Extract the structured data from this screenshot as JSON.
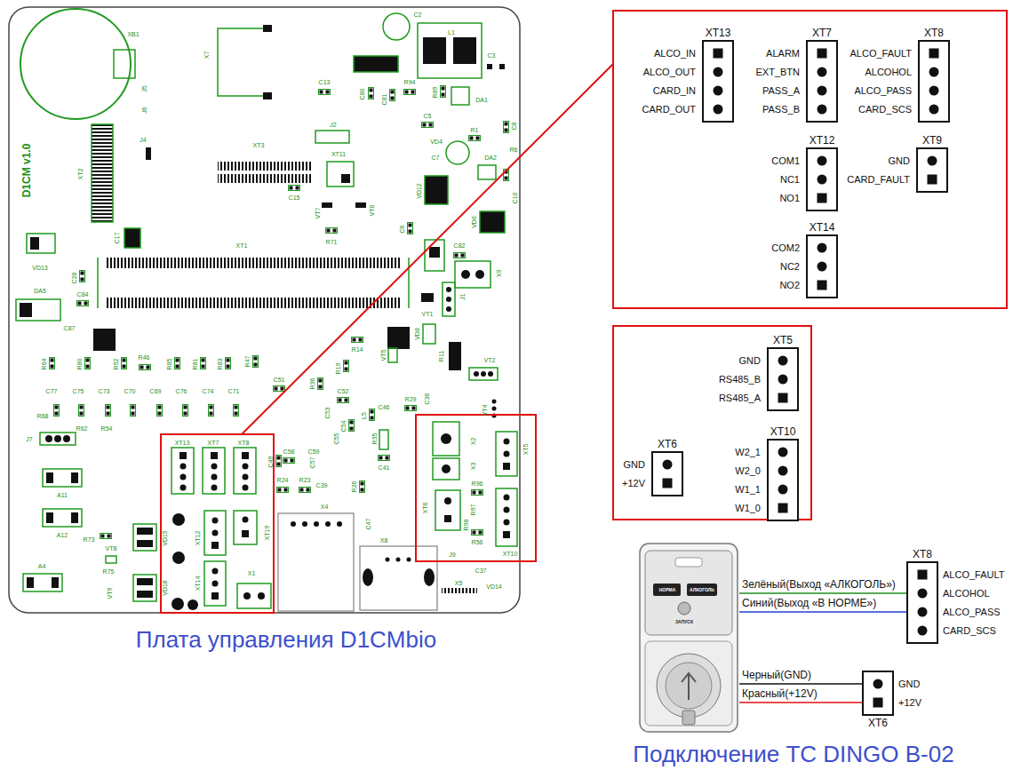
{
  "diagram": {
    "nodes": [
      {
        "text": [
          "XT13",
          "ALCO_IN",
          "ALCO_OUT",
          "CARD_IN",
          "CARD_OUT"
        ]
      },
      {
        "text": [
          "XT7",
          "ALARM",
          "EXT_BTN",
          "PASS_A",
          "PASS_B"
        ]
      },
      {
        "text": [
          "XT8",
          "ALCO_FAULT",
          "ALCOHOL",
          "ALCO_PASS",
          "CARD_SCS"
        ]
      },
      {
        "text": [
          "XT12",
          "COM1",
          "NC1",
          "NO1"
        ]
      },
      {
        "text": [
          "XT9",
          "GND",
          "CARD_FAULT"
        ]
      },
      {
        "text": [
          "XT14",
          "COM2",
          "NC2",
          "NO2"
        ]
      },
      {
        "text": [
          "XT5",
          "GND",
          "RS485_B",
          "RS485_A"
        ]
      },
      {
        "text": [
          "XT6",
          "GND",
          "+12V"
        ]
      },
      {
        "text": [
          "XT10",
          "W2_1",
          "W2_0",
          "W1_1",
          "W1_0"
        ]
      },
      {
        "text": [
          "НОРМА",
          "АЛКОГОЛЬ",
          "ЗАПУСК"
        ]
      },
      {
        "text": [
          "XT8",
          "ALCO_FAULT",
          "ALCOHOL",
          "ALCO_PASS",
          "CARD_SCS"
        ]
      },
      {
        "text": [
          "XT6",
          "GND",
          "+12V"
        ]
      }
    ],
    "edges": [
      {
        "from": 9,
        "to": 10,
        "arrow": "none",
        "label": "Зелёный(Выход «АЛКОГОЛЬ»)"
      },
      {
        "from": 9,
        "to": 10,
        "arrow": "none",
        "label": "Синий(Выход «В НОРМЕ»)"
      },
      {
        "from": 9,
        "to": 11,
        "arrow": "none",
        "label": "Черный(GND)"
      },
      {
        "from": 9,
        "to": 11,
        "arrow": "none",
        "label": "Красный(+12V)"
      }
    ],
    "labels": [
      "Плата управления D1CMbio",
      "Подключение ТС DINGO B-02",
      "XB1",
      "X7",
      "C2",
      "L1",
      "C3",
      "J5",
      "J6",
      "C13",
      "C80",
      "C81",
      "R94",
      "R89",
      "DA1",
      "C5",
      "R1",
      "C8",
      "J2",
      "J4",
      "VD4",
      "XT3",
      "XT11",
      "C7",
      "DA2",
      "R6",
      "XT2",
      "D1CM v1.0",
      "C15",
      "VD12",
      "C10",
      "VT7",
      "VT6",
      "VD6",
      "R71",
      "C17",
      "C6",
      "XT1",
      "C82",
      "X9",
      "VD13",
      "C28",
      "DA5",
      "C84",
      "J1",
      "VT1",
      "C87",
      "VD8",
      "R14",
      "R11",
      "VT2",
      "VT5",
      "R64",
      "R80",
      "R52",
      "R46",
      "R85",
      "R81",
      "R83",
      "R47",
      "R19",
      "R36",
      "C51",
      "C52",
      "C77",
      "C75",
      "C73",
      "C70",
      "C69",
      "C76",
      "C74",
      "C71",
      "R29",
      "C36",
      "C46",
      "R68",
      "R62",
      "R54",
      "L5",
      "VT4",
      "C53",
      "C54",
      "R35",
      "C55",
      "C41",
      "J7",
      "X2",
      "X3",
      "XT5",
      "XT13",
      "XT7",
      "XT8",
      "C49",
      "C58",
      "C59",
      "C57",
      "R24",
      "R23",
      "C39",
      "R26",
      "XT6",
      "R96",
      "R97",
      "R98",
      "R56",
      "XT10",
      "X4",
      "C47",
      "XT19",
      "XT12",
      "A11",
      "A12",
      "R73",
      "VT8",
      "VD15",
      "R75",
      "XT14",
      "VD18",
      "X1",
      "A4",
      "VT9",
      "X8",
      "J9",
      "C37",
      "VD14",
      "X5"
    ]
  }
}
